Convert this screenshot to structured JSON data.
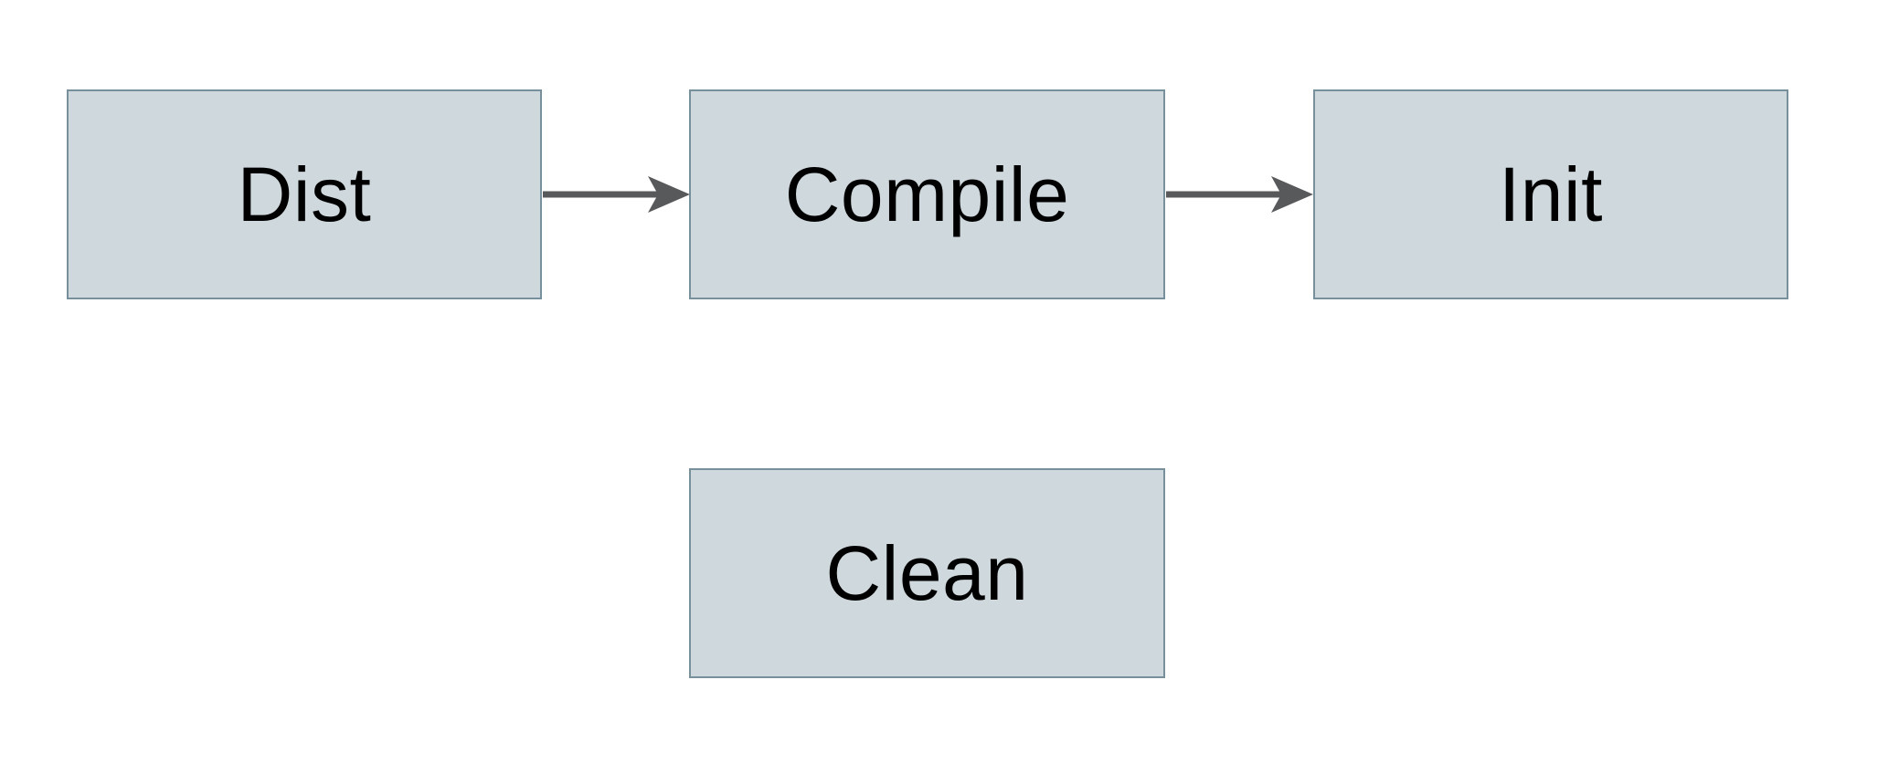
{
  "diagram": {
    "type": "flowchart",
    "colors": {
      "background": "#ffffff",
      "node_fill": "#cfd8dc",
      "node_border": "#78909c",
      "arrow": "#58595b",
      "text": "#000000"
    },
    "nodes": [
      {
        "id": "dist",
        "label": "Dist"
      },
      {
        "id": "compile",
        "label": "Compile"
      },
      {
        "id": "init",
        "label": "Init"
      },
      {
        "id": "clean",
        "label": "Clean"
      }
    ],
    "edges": [
      {
        "from": "Dist",
        "to": "Compile"
      },
      {
        "from": "Compile",
        "to": "Init"
      }
    ]
  }
}
